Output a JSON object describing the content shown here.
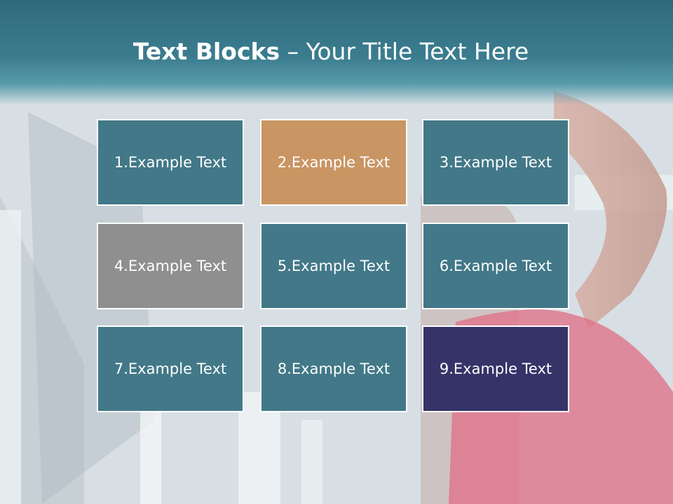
{
  "slide": {
    "title_bold": "Text Blocks",
    "title_rest": " – Your Title Text Here"
  },
  "blocks": [
    {
      "label": "1.Example Text",
      "color": "#427888"
    },
    {
      "label": "2.Example Text",
      "color": "#c99563"
    },
    {
      "label": "3.Example Text",
      "color": "#427888"
    },
    {
      "label": "4.Example Text",
      "color": "#8f8f8f"
    },
    {
      "label": "5.Example Text",
      "color": "#427888"
    },
    {
      "label": "6.Example Text",
      "color": "#427888"
    },
    {
      "label": "7.Example Text",
      "color": "#427888"
    },
    {
      "label": "8.Example Text",
      "color": "#427888"
    },
    {
      "label": "9.Example Text",
      "color": "#353367"
    }
  ]
}
